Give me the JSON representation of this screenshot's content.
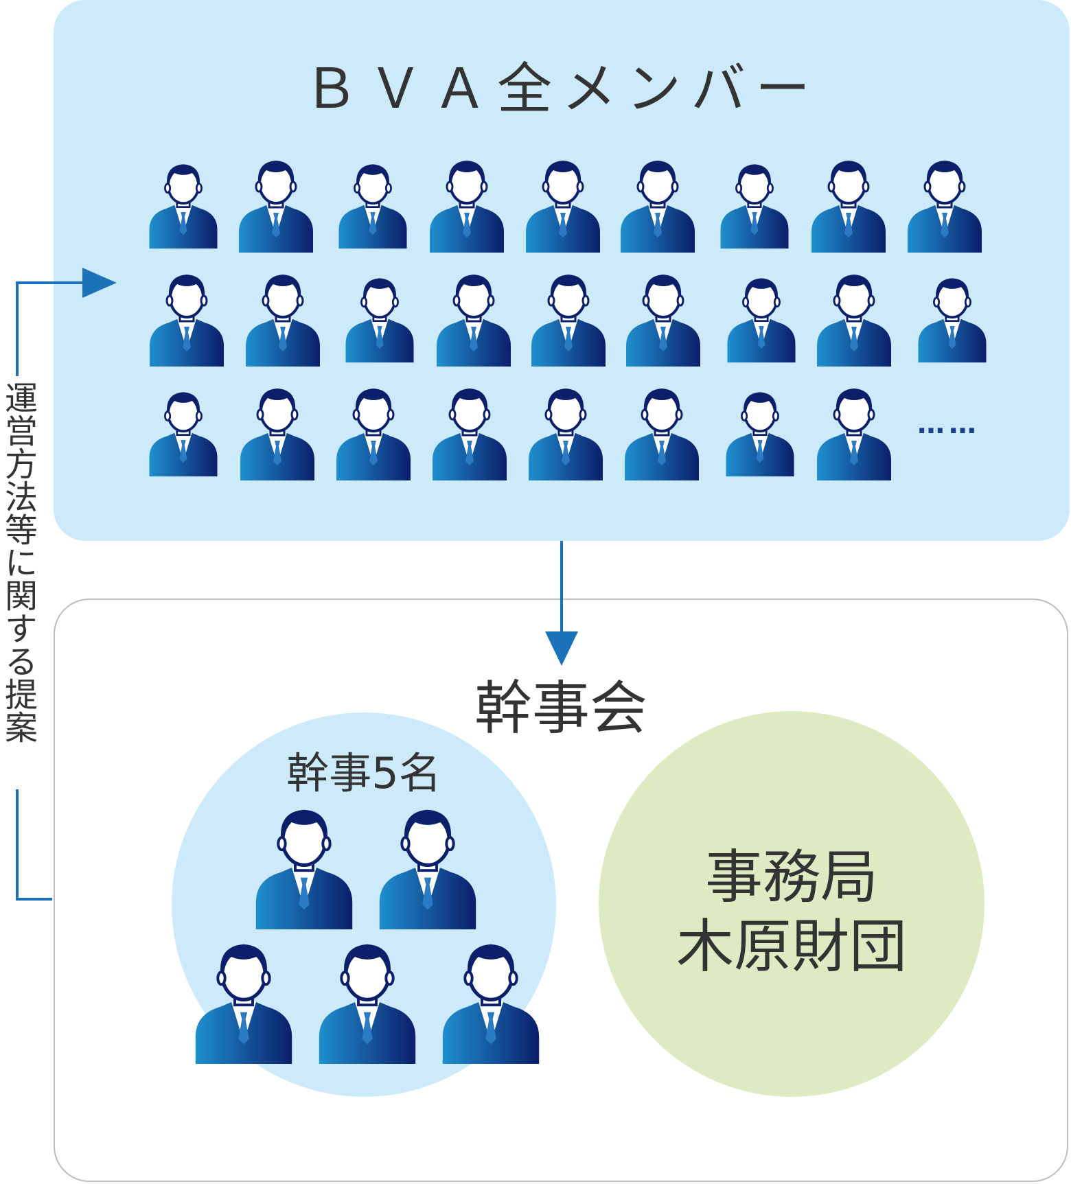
{
  "members": {
    "title": "ＢＶＡ全メンバー",
    "more": "……"
  },
  "council": {
    "title": "幹事会"
  },
  "officers": {
    "title": "幹事5名",
    "count": 5
  },
  "secretariat": {
    "line1": "事務局",
    "line2": "木原財団"
  },
  "side_label": "運営方法等に関する提案",
  "colors": {
    "panel_blue": "#cdeafa",
    "panel_green": "#deebc2",
    "arrow": "#1b72b8",
    "person_light": "#1f8fcf",
    "person_dark": "#0b1f6b"
  }
}
